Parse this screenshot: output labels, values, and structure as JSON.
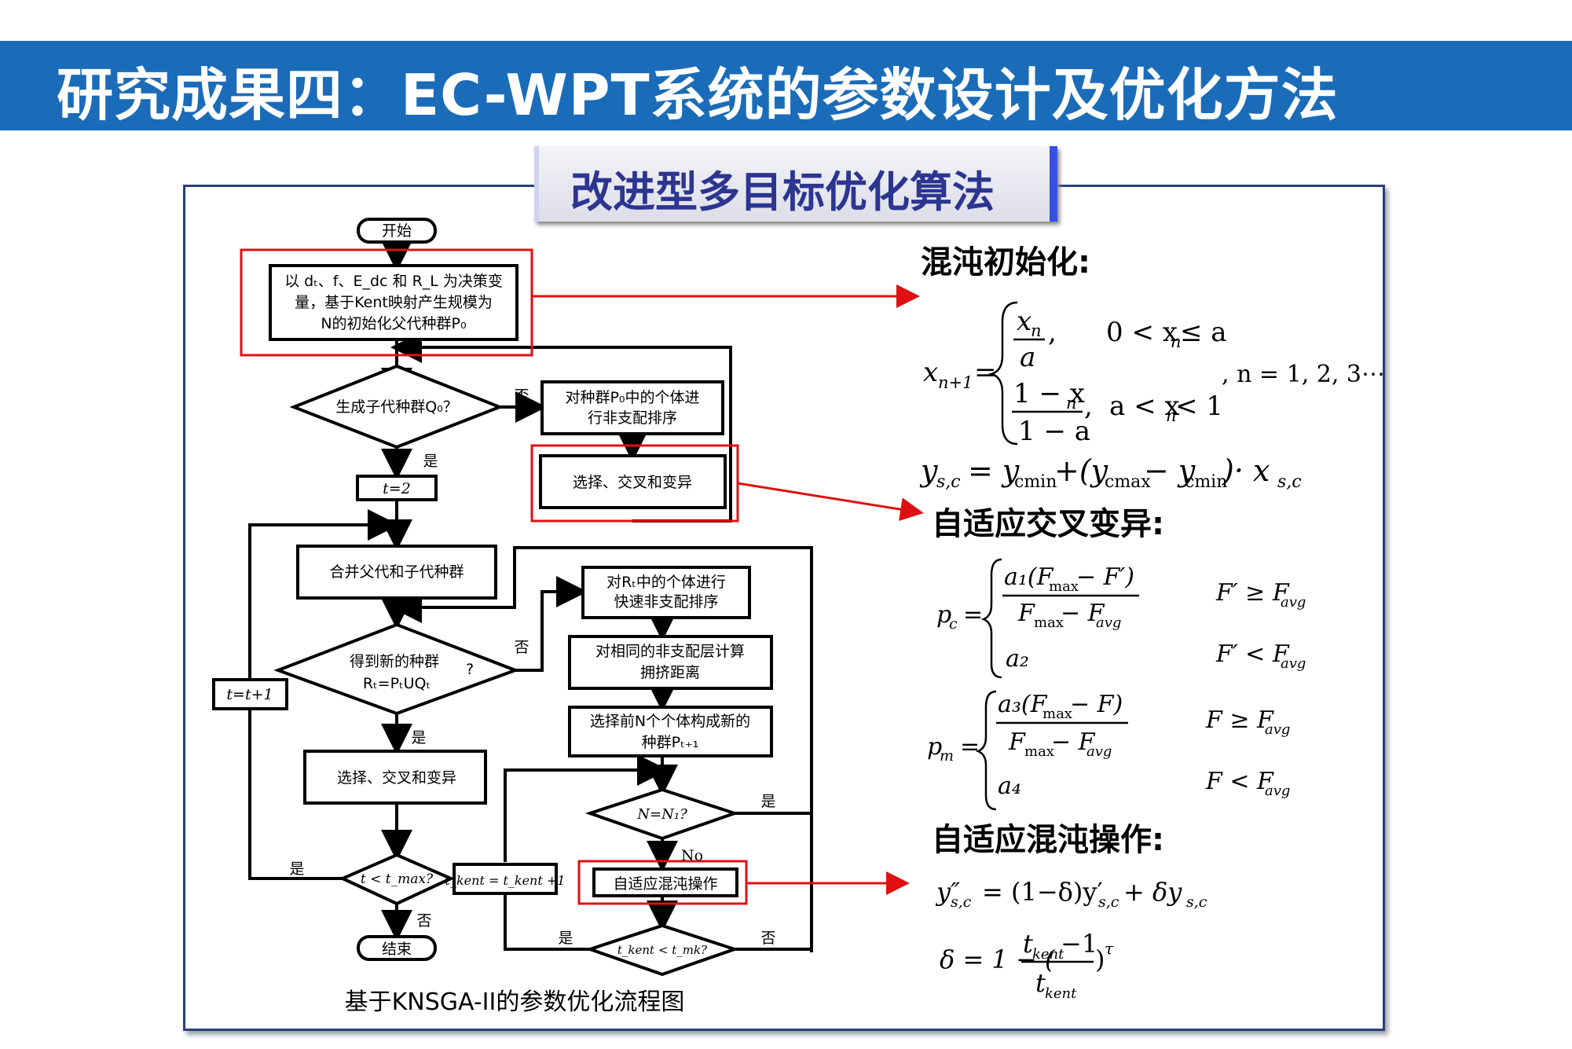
{
  "header": {
    "title": "研究成果四：EC-WPT系统的参数设计及优化方法"
  },
  "subtitle": "改进型多目标优化算法",
  "flowchart": {
    "start": "开始",
    "init_line1": "以 dₜ、f、E_dc 和 R_L 为决策变",
    "init_line2": "量，基于Kent映射产生规模为",
    "init_line3": "N的初始化父代种群P₀",
    "q1": "生成子代种群Q₀？",
    "no": "否",
    "yes": "是",
    "sort0_line1": "对种群P₀中的个体进",
    "sort0_line2": "行非支配排序",
    "sel0": "选择、交叉和变异",
    "t2": "t=2",
    "merge": "合并父代和子代种群",
    "q2_line1": "得到新的种群",
    "q2_line2": "Rₜ=PₜUQₜ",
    "q2_mark": "?",
    "sortR_line1": "对Rₜ中的个体进行",
    "sortR_line2": "快速非支配排序",
    "crowd_line1": "对相同的非支配层计算",
    "crowd_line2": "拥挤距离",
    "pick_line1": "选择前N个个体构成新的",
    "pick_line2": "种群Pₜ₊₁",
    "tplus": "t=t+1",
    "sel1": "选择、交叉和变异",
    "q3": "t < t_max?",
    "q4": "N=N₁?",
    "no_en": "No",
    "chaos": "自适应混沌操作",
    "tkent": "t_kent = t_kent +1",
    "q5": "t_kent < t_mk?",
    "end": "结束",
    "caption": "基于KNSGA-II的参数优化流程图"
  },
  "sections": {
    "chaos_init": "混沌初始化:",
    "adaptive_cross": "自适应交叉变异:",
    "adaptive_chaos": "自适应混沌操作:"
  },
  "formulas": {
    "xn1": "x",
    "xn1_sub": "n+1",
    "eq": "=",
    "case1_num": "x",
    "case1_num_sub": "n",
    "case1_den": "a",
    "case1_cond": "0 < x",
    "case1_cond_sub": "n",
    "case1_cond_end": " ≤ a",
    "case2_num": "1 − x",
    "case2_num_sub": "n",
    "case2_den": "1 − a",
    "case2_cond": "a < x",
    "case2_cond_sub": "n",
    "case2_cond_end": " < 1",
    "n_range": ", n = 1, 2, 3⋯",
    "ysc": "y",
    "ysc_sub": "s,c",
    "ysc_rhs": "= y",
    "ymin": "cmin",
    "ysc_mid": "+(y",
    "ymax": "cmax",
    "ysc_mid2": "− y",
    "ysc_end": ")· x",
    "pc": "p",
    "pc_sub": "c",
    "pc_num": "a₁(F",
    "pc_num2": "max",
    "pc_num3": " − F′)",
    "pc_den": "F",
    "pc_den2": "max",
    "pc_den3": " − F",
    "avg": "avg",
    "pc_a2": "a₂",
    "pc_c1": "F′ ≥ F",
    "pc_c2": "F′ < F",
    "pm": "p",
    "pm_sub": "m",
    "pm_num": "a₃(F",
    "pm_num3": " − F)",
    "pm_a4": "a₄",
    "pm_c1": "F ≥ F",
    "pm_c2": "F < F",
    "y2": "y″",
    "y2_rhs": "= (1−δ)y′",
    "y2_end": " + δy",
    "delta": "δ = 1 − (",
    "d_num": "t",
    "d_num2": "kent",
    "d_num3": " −1",
    "d_den": "t",
    "d_close": ")",
    "tau": "τ"
  }
}
